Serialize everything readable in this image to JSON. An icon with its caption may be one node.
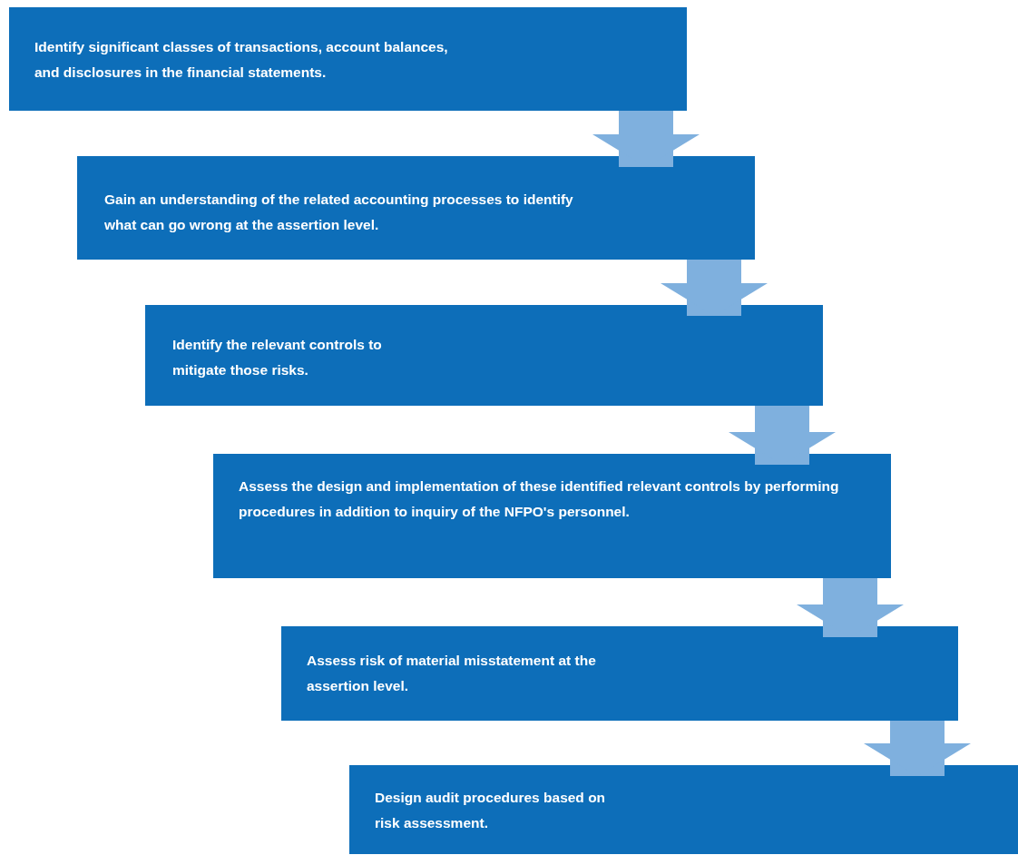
{
  "diagram": {
    "nodes": [
      {
        "text": [
          "Identify significant classes of transactions, account balances, and disclosures in the financial statements."
        ]
      },
      {
        "text": [
          "Gain an understanding of the related accounting processes to identify what can go wrong at the assertion level."
        ]
      },
      {
        "text": [
          "Identify the relevant controls to mitigate those risks."
        ]
      },
      {
        "text": [
          "Assess the design and implementation of these identified relevant controls by performing procedures in addition to inquiry of the NFPO's personnel."
        ]
      },
      {
        "text": [
          "Assess risk of material misstatement at the assertion level."
        ]
      },
      {
        "text": [
          "Design audit procedures based on risk assessment."
        ]
      }
    ],
    "edges": [
      {
        "from": 0,
        "to": 1,
        "arrow": "to"
      },
      {
        "from": 1,
        "to": 2,
        "arrow": "to"
      },
      {
        "from": 2,
        "to": 3,
        "arrow": "to"
      },
      {
        "from": 3,
        "to": 4,
        "arrow": "to"
      },
      {
        "from": 4,
        "to": 5,
        "arrow": "to"
      }
    ]
  }
}
